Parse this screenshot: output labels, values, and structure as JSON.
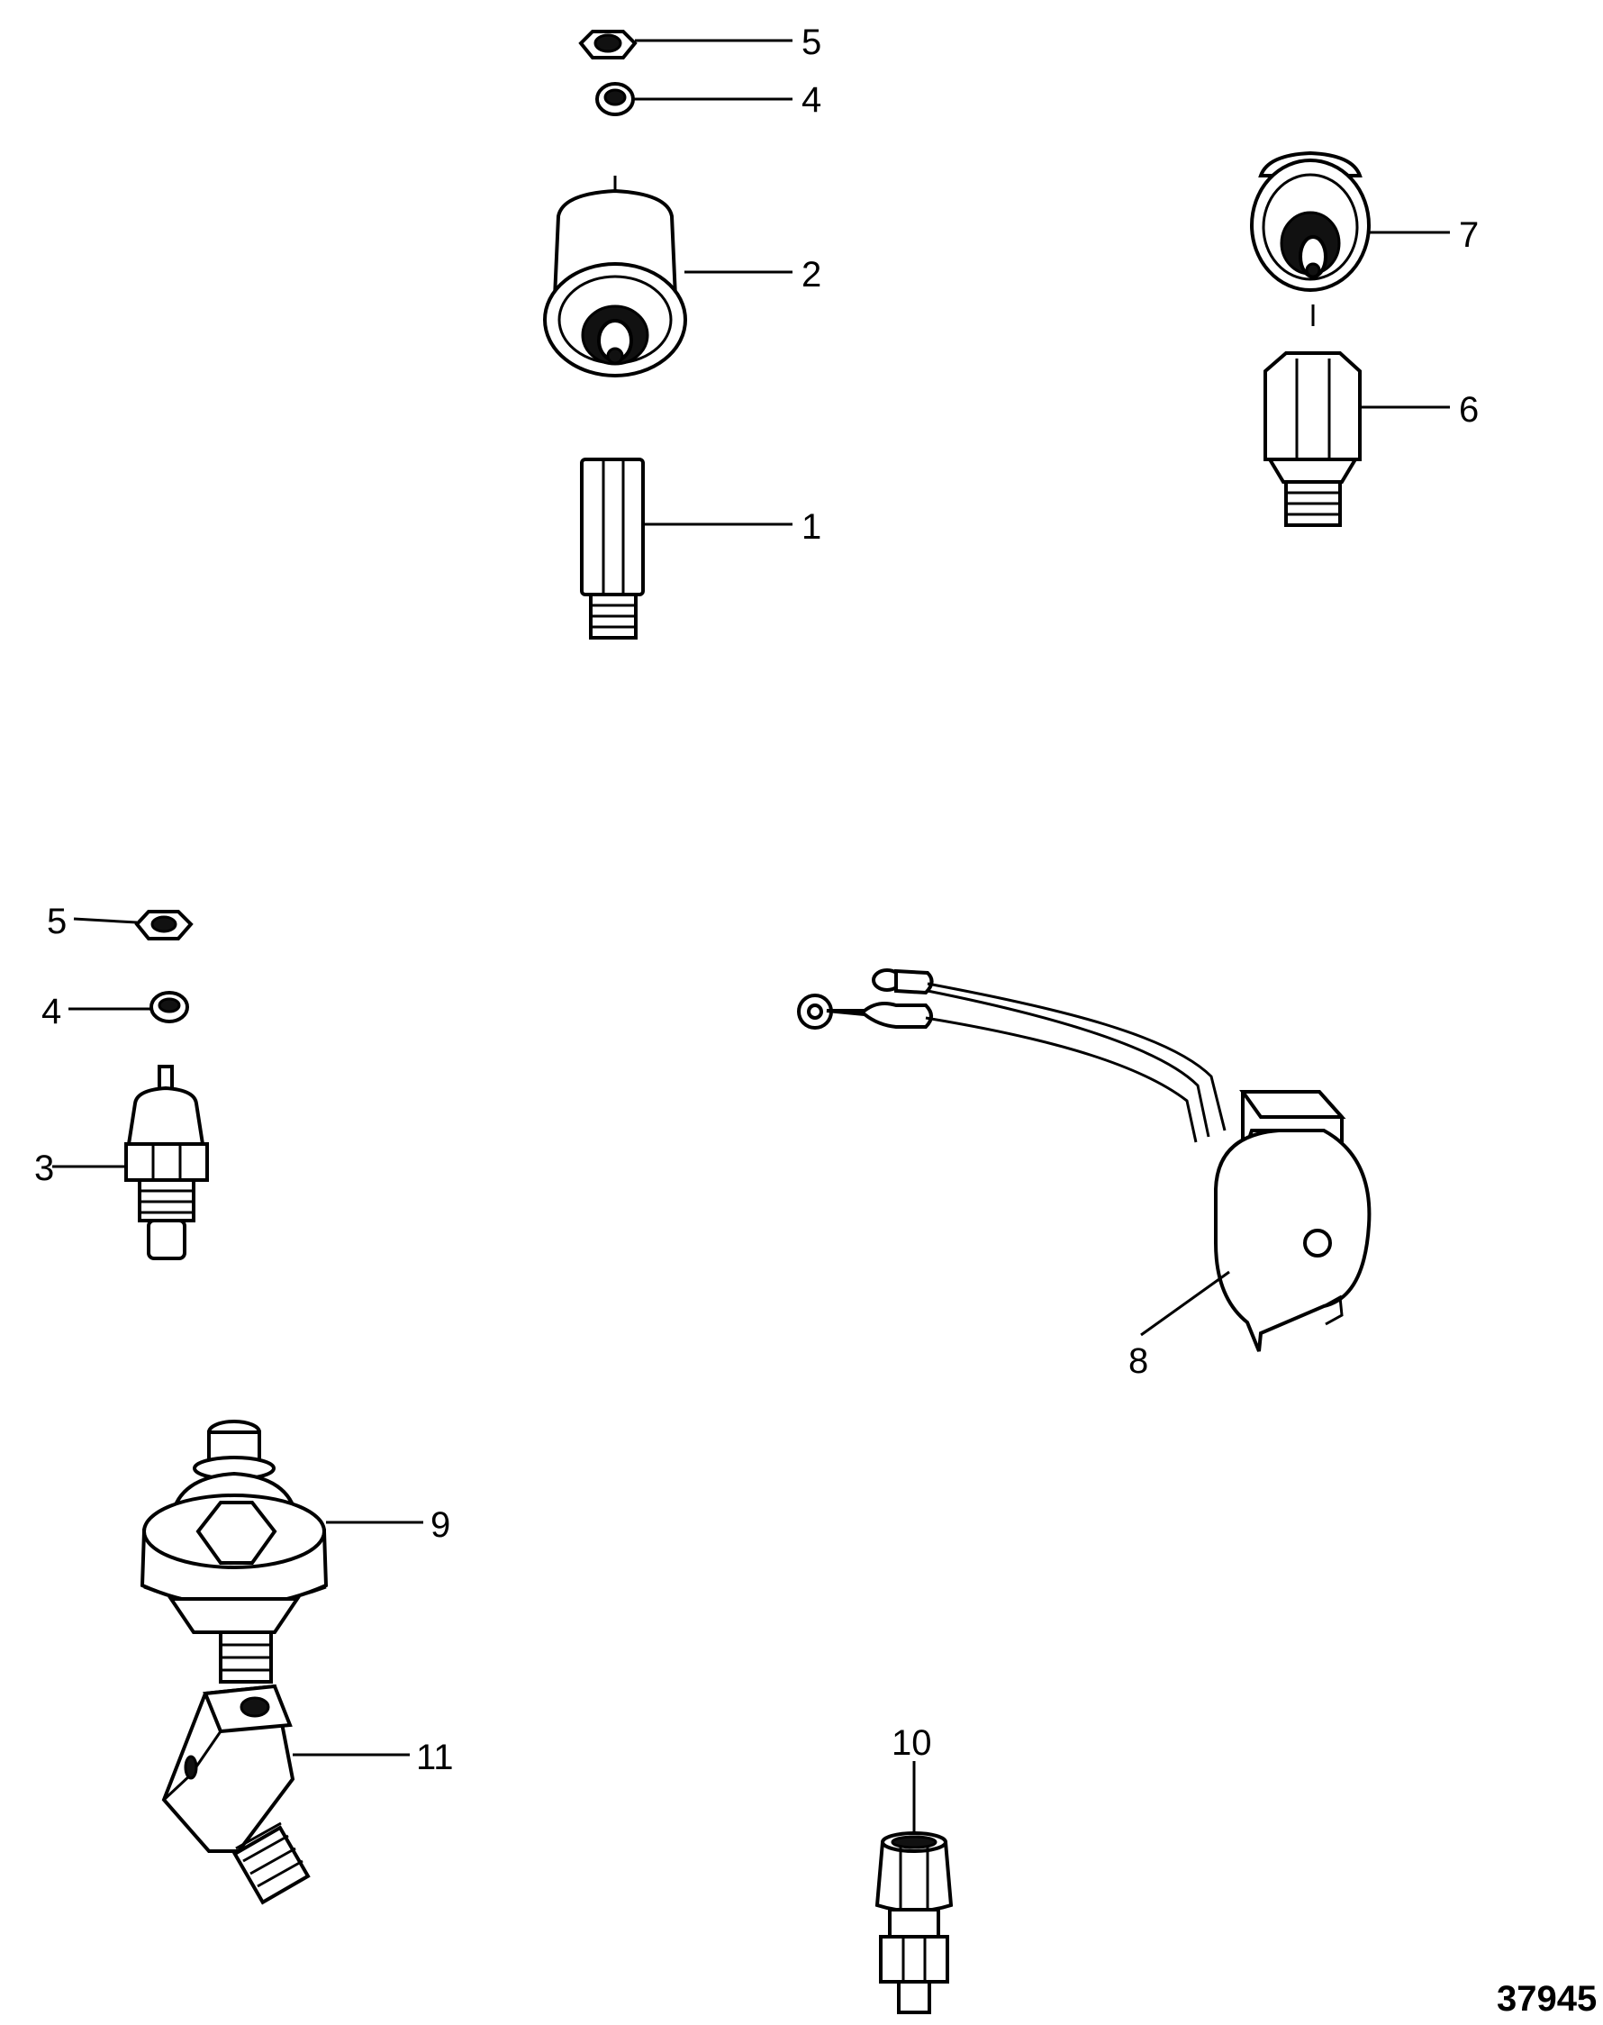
{
  "callouts": {
    "c5a": "5",
    "c4a": "4",
    "c2": "2",
    "c1": "1",
    "c7": "7",
    "c6": "6",
    "c5b": "5",
    "c4b": "4",
    "c3": "3",
    "c8": "8",
    "c9": "9",
    "c11": "11",
    "c10": "10"
  },
  "reference_number": "37945"
}
